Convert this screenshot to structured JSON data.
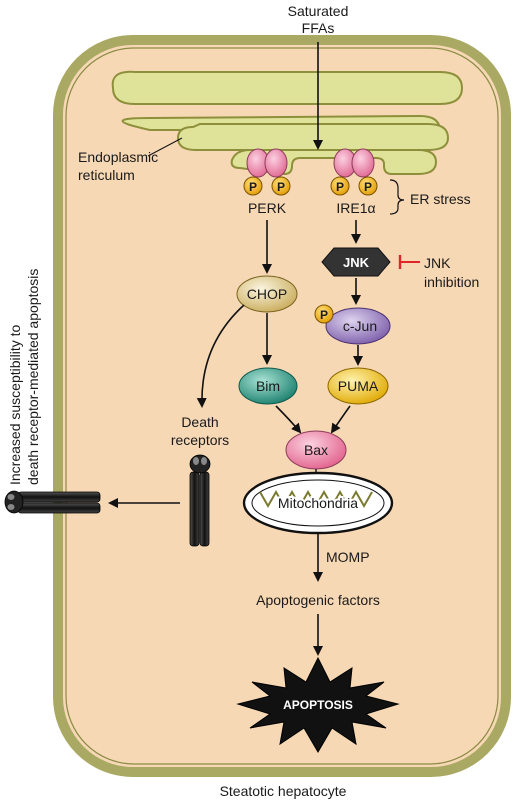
{
  "input": {
    "line1": "Saturated",
    "line2": "FFAs"
  },
  "er": {
    "line1": "Endoplasmic",
    "line2": "reticulum"
  },
  "er_stress": "ER stress",
  "phospho_label": "P",
  "perk": "PERK",
  "ire1a": "IRE1α",
  "jnk": "JNK",
  "jnk_inhibition": {
    "line1": "JNK",
    "line2": "inhibition"
  },
  "chop": "CHOP",
  "cjun": "c-Jun",
  "bim": "Bim",
  "puma": "PUMA",
  "bax": "Bax",
  "death_receptors": {
    "line1": "Death",
    "line2": "receptors"
  },
  "mitochondria": "Mitochondria",
  "momp": "MOMP",
  "apoptogenic": "Apoptogenic factors",
  "apoptosis": "APOPTOSIS",
  "side_label": {
    "line1": "Increased susceptibility to",
    "line2": "death receptor-mediated apoptosis"
  },
  "cell_label": "Steatotic hepatocyte",
  "colors": {
    "cell_fill": "#f7d8b5",
    "cell_border": "#9a9a55",
    "er_fill": "#dfe39a",
    "er_stroke": "#8d8f3a",
    "phospho": "#f5b21c",
    "perk_ire": "#f08bb0",
    "jnk": "#333333",
    "chop": "#e8d8a0",
    "cjun": "#9e85c4",
    "bim": "#2f9e88",
    "puma": "#f0c018",
    "bax": "#ee7ea4",
    "inhibit": "#e0242a"
  }
}
